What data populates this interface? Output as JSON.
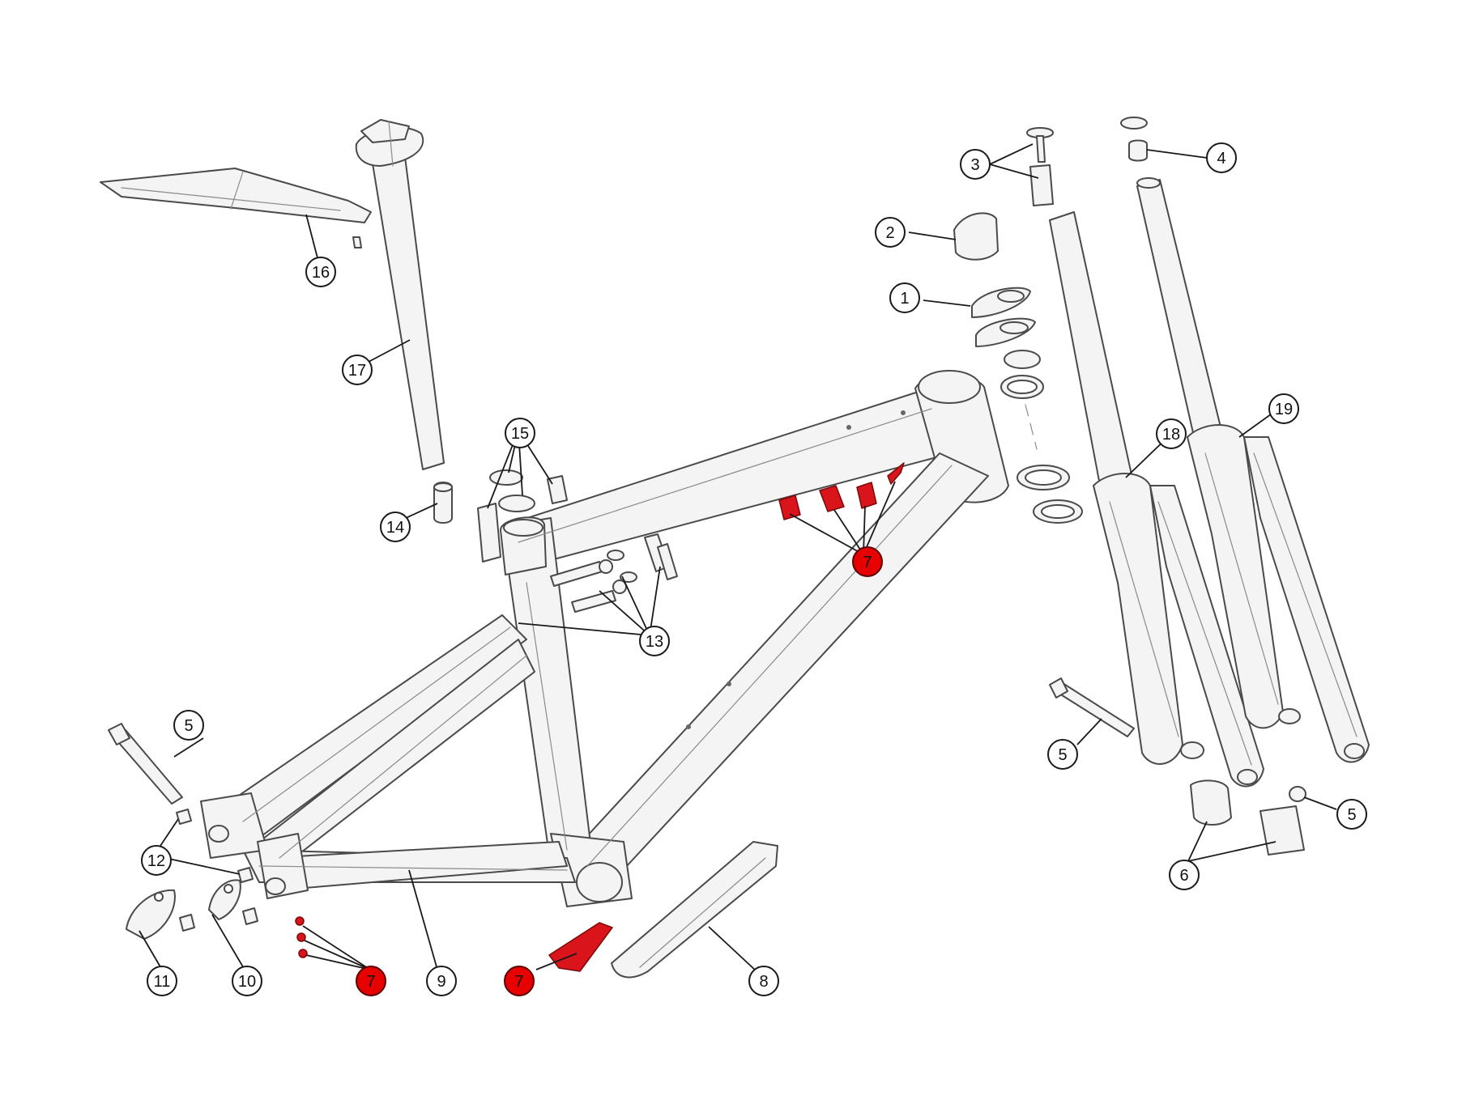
{
  "colors": {
    "highlight": "#e60000",
    "line_art": "#4a4a4a",
    "background": "#ffffff"
  },
  "callouts": [
    {
      "id": "c1",
      "label": "1",
      "highlight": false
    },
    {
      "id": "c2",
      "label": "2",
      "highlight": false
    },
    {
      "id": "c3",
      "label": "3",
      "highlight": false
    },
    {
      "id": "c4",
      "label": "4",
      "highlight": false
    },
    {
      "id": "c5a",
      "label": "5",
      "highlight": false
    },
    {
      "id": "c5b",
      "label": "5",
      "highlight": false
    },
    {
      "id": "c5c",
      "label": "5",
      "highlight": false
    },
    {
      "id": "c6",
      "label": "6",
      "highlight": false
    },
    {
      "id": "c7a",
      "label": "7",
      "highlight": true
    },
    {
      "id": "c7b",
      "label": "7",
      "highlight": true
    },
    {
      "id": "c7c",
      "label": "7",
      "highlight": true
    },
    {
      "id": "c8",
      "label": "8",
      "highlight": false
    },
    {
      "id": "c9",
      "label": "9",
      "highlight": false
    },
    {
      "id": "c10",
      "label": "10",
      "highlight": false
    },
    {
      "id": "c11",
      "label": "11",
      "highlight": false
    },
    {
      "id": "c12",
      "label": "12",
      "highlight": false
    },
    {
      "id": "c13",
      "label": "13",
      "highlight": false
    },
    {
      "id": "c14",
      "label": "14",
      "highlight": false
    },
    {
      "id": "c15",
      "label": "15",
      "highlight": false
    },
    {
      "id": "c16",
      "label": "16",
      "highlight": false
    },
    {
      "id": "c17",
      "label": "17",
      "highlight": false
    },
    {
      "id": "c18",
      "label": "18",
      "highlight": false
    },
    {
      "id": "c19",
      "label": "19",
      "highlight": false
    }
  ]
}
